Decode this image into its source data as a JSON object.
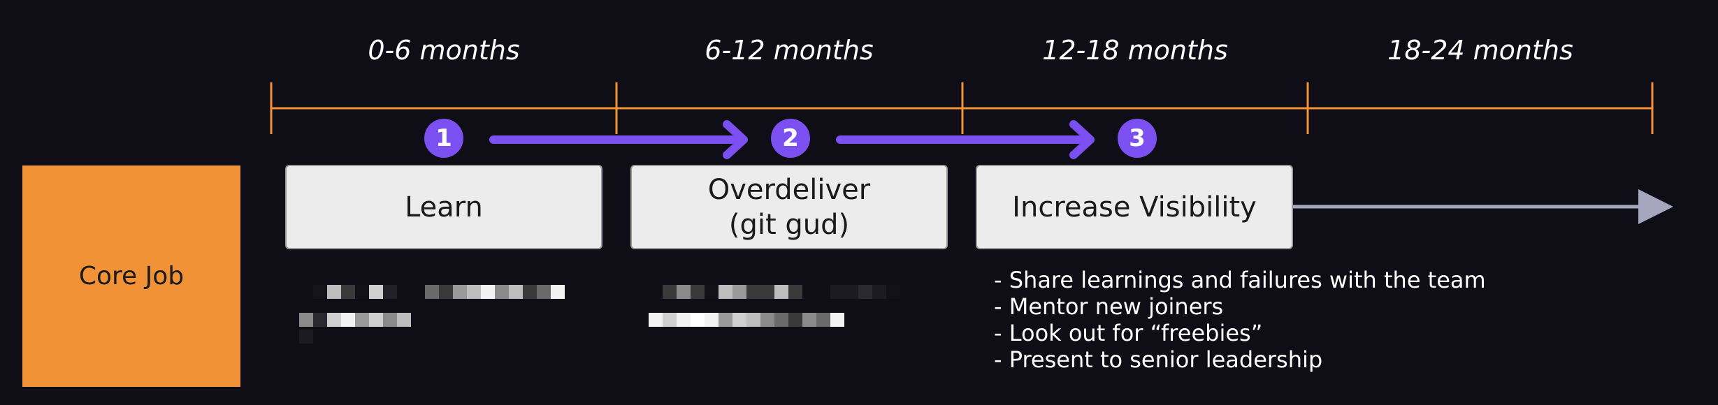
{
  "periods": [
    "0-6 months",
    "6-12 months",
    "12-18 months",
    "18-24 months"
  ],
  "core_job": "Core Job",
  "stages": [
    {
      "number": "1",
      "line1": "Learn",
      "line2": ""
    },
    {
      "number": "2",
      "line1": "Overdeliver",
      "line2": "(git gud)"
    },
    {
      "number": "3",
      "line1": "Increase Visibility",
      "line2": ""
    }
  ],
  "visibility_items": [
    "- Share learnings and failures with the team",
    "- Mentor new joiners",
    "- Look out for “freebies”",
    "- Present to senior leadership"
  ],
  "colors": {
    "background": "#0f0e17",
    "timeline": "#f09235",
    "core_job": "#f09235",
    "badge": "#7c4ff0",
    "flow_arrow": "#7c4ff0",
    "continuation_arrow": "#a6a6bf",
    "box_fill": "#ececec"
  }
}
